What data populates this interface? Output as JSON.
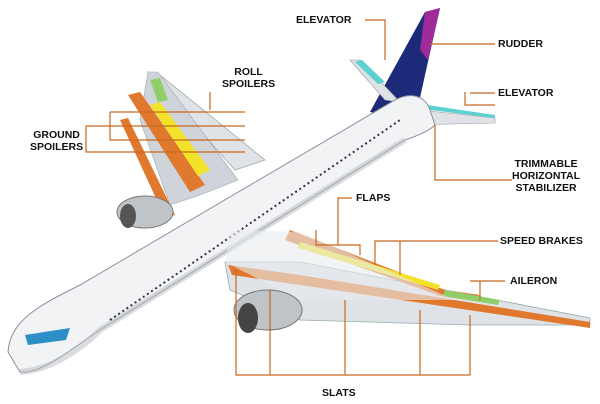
{
  "labels": {
    "elevator_top": "ELEVATOR",
    "rudder": "RUDDER",
    "elevator_right": "ELEVATOR",
    "stabilizer": [
      "TRIMMABLE",
      "HORIZONTAL",
      "STABILIZER"
    ],
    "flaps": "FLAPS",
    "speed_brakes": "SPEED BRAKES",
    "aileron": "AILERON",
    "slats": "SLATS",
    "ground_spoilers": [
      "GROUND",
      "SPOILERS"
    ],
    "roll_spoilers": [
      "ROLL",
      "SPOILERS"
    ]
  },
  "colors": {
    "leader": "#c7671e",
    "slats_flaps": "#e0782e",
    "spoilers": "#f2e32a",
    "aileron": "#8fcf6a",
    "elevator": "#5fd0d0",
    "tail": "#1d2a7a",
    "rudder": "#a02a9a"
  }
}
